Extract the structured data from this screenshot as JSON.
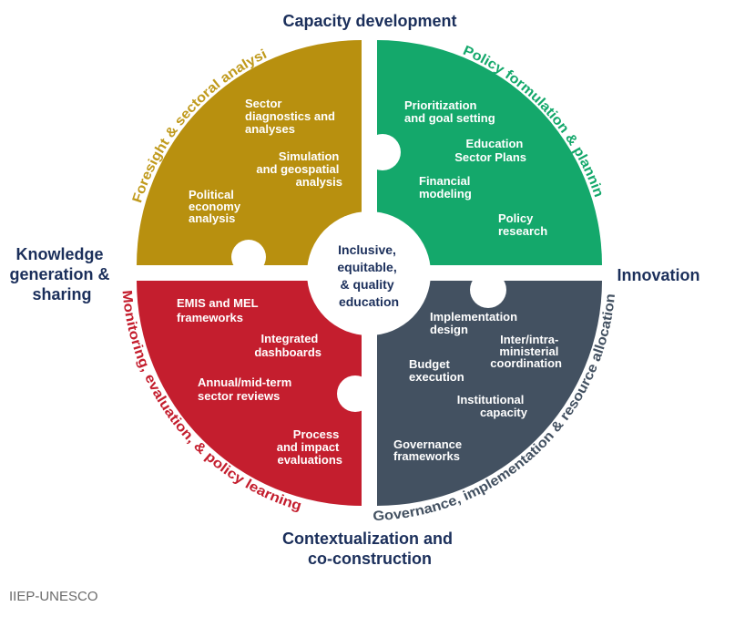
{
  "outer_labels": {
    "top": "Capacity development",
    "left": [
      "Knowledge",
      "generation  &",
      "sharing"
    ],
    "right": "Innovation",
    "bottom": [
      "Contextualization and",
      "co-construction"
    ]
  },
  "center": [
    "Inclusive,",
    "equitable,",
    "& quality",
    "education"
  ],
  "credit": "IIEP-UNESCO",
  "colors": {
    "navy": "#1b2f5b",
    "gold": "#b8900f",
    "green": "#14a86b",
    "red": "#c41e2e",
    "slate": "#435161"
  },
  "quadrants": {
    "foresight": {
      "label": "Foresight & sectoral analysis",
      "items": [
        [
          "Sector",
          "diagnostics and",
          "analyses"
        ],
        [
          "Simulation",
          "and geospatial",
          "analysis"
        ],
        [
          "Political",
          "economy",
          "analysis"
        ]
      ]
    },
    "policy": {
      "label": "Policy formulation & planning",
      "items": [
        [
          "Prioritization",
          "and goal setting"
        ],
        [
          "Education",
          "Sector Plans"
        ],
        [
          "Financial",
          "modeling"
        ],
        [
          "Policy",
          "research"
        ]
      ]
    },
    "monitoring": {
      "label": "Monitoring, evaluation, & policy learning",
      "items": [
        [
          "EMIS and MEL",
          "frameworks"
        ],
        [
          "Integrated",
          "dashboards"
        ],
        [
          "Annual/mid-term",
          "sector reviews"
        ],
        [
          "Process",
          "and impact",
          "evaluations"
        ]
      ]
    },
    "governance": {
      "label": "Governance, implementation & resource allocation",
      "items": [
        [
          "Implementation",
          "design"
        ],
        [
          "Inter/intra-",
          "ministerial",
          "coordination"
        ],
        [
          "Budget",
          "execution"
        ],
        [
          "Institutional",
          "capacity"
        ],
        [
          "Governance",
          "frameworks"
        ]
      ]
    }
  }
}
